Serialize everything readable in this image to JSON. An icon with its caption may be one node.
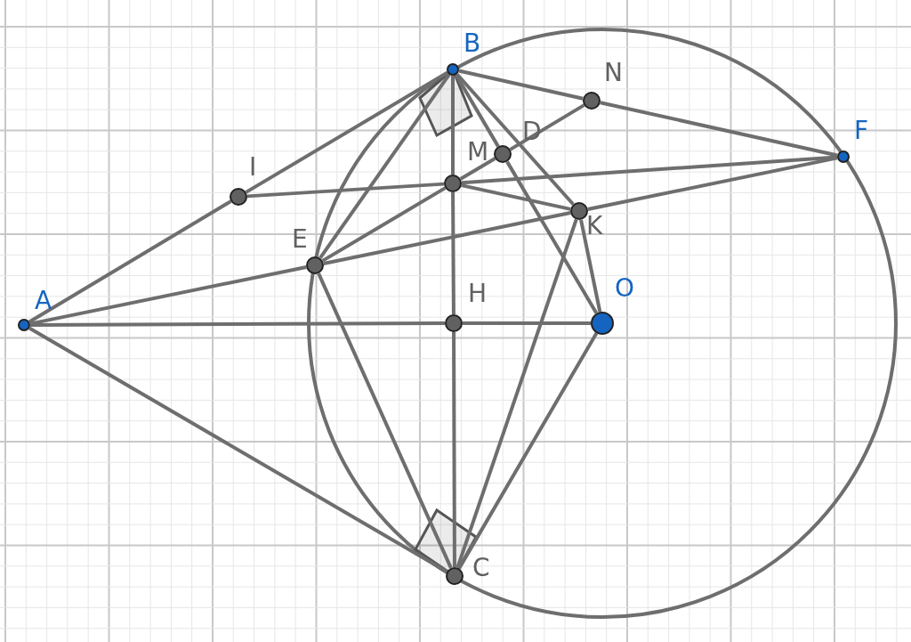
{
  "diagram": {
    "nodes": [
      {
        "text": [
          "A"
        ]
      },
      {
        "text": [
          "B"
        ]
      },
      {
        "text": [
          "N"
        ]
      },
      {
        "text": [
          "D"
        ]
      },
      {
        "text": [
          "M"
        ]
      },
      {
        "text": [
          "F"
        ]
      },
      {
        "text": [
          "I"
        ]
      },
      {
        "text": [
          "K"
        ]
      },
      {
        "text": [
          "E"
        ]
      },
      {
        "text": [
          "H"
        ]
      },
      {
        "text": [
          "O"
        ]
      },
      {
        "text": [
          "C"
        ]
      }
    ],
    "edges": [
      {
        "from": 0,
        "to": 6,
        "arrow": "none"
      },
      {
        "from": 6,
        "to": 1,
        "arrow": "none"
      },
      {
        "from": 0,
        "to": 11,
        "arrow": "none"
      },
      {
        "from": 0,
        "to": 9,
        "arrow": "none"
      },
      {
        "from": 9,
        "to": 10,
        "arrow": "none"
      },
      {
        "from": 0,
        "to": 8,
        "arrow": "none"
      },
      {
        "from": 8,
        "to": 7,
        "arrow": "none"
      },
      {
        "from": 7,
        "to": 5,
        "arrow": "none"
      },
      {
        "from": 1,
        "to": 2,
        "arrow": "none"
      },
      {
        "from": 2,
        "to": 5,
        "arrow": "none"
      },
      {
        "from": 1,
        "to": 4,
        "arrow": "none"
      },
      {
        "from": 4,
        "to": 9,
        "arrow": "none"
      },
      {
        "from": 9,
        "to": 11,
        "arrow": "none"
      },
      {
        "from": 1,
        "to": 8,
        "arrow": "none"
      },
      {
        "from": 1,
        "to": 7,
        "arrow": "none"
      },
      {
        "from": 1,
        "to": 3,
        "arrow": "none"
      },
      {
        "from": 3,
        "to": 10,
        "arrow": "none"
      },
      {
        "from": 8,
        "to": 4,
        "arrow": "none"
      },
      {
        "from": 4,
        "to": 3,
        "arrow": "none"
      },
      {
        "from": 3,
        "to": 2,
        "arrow": "none"
      },
      {
        "from": 6,
        "to": 4,
        "arrow": "none"
      },
      {
        "from": 4,
        "to": 5,
        "arrow": "none"
      },
      {
        "from": 4,
        "to": 7,
        "arrow": "none"
      },
      {
        "from": 7,
        "to": 10,
        "arrow": "none"
      },
      {
        "from": 7,
        "to": 11,
        "arrow": "none"
      },
      {
        "from": 10,
        "to": 11,
        "arrow": "none"
      },
      {
        "from": 8,
        "to": 11,
        "arrow": "none"
      }
    ]
  }
}
